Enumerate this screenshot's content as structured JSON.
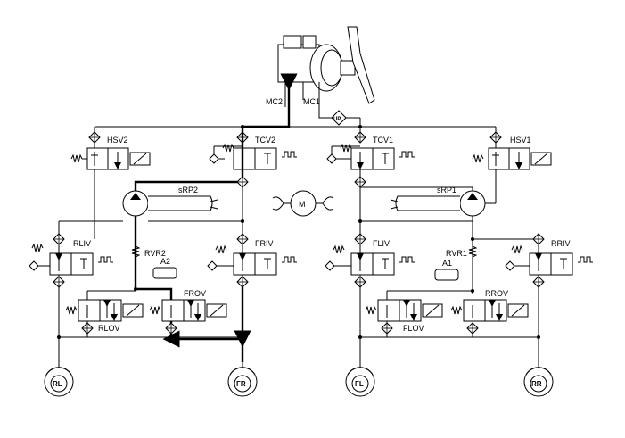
{
  "labels": {
    "mc1": "MC1",
    "mc2": "MC2",
    "up": "UP",
    "motor": "M",
    "hsv1": "HSV1",
    "hsv2": "HSV2",
    "tcv1": "TCV1",
    "tcv2": "TCV2",
    "srp1": "sRP1",
    "srp2": "sRP2",
    "rliv": "RLIV",
    "friv": "FRIV",
    "fliv": "FLIV",
    "rriv": "RRIV",
    "rvr1": "RVR1",
    "rvr2": "RVR2",
    "a1": "A1",
    "a2": "A2",
    "rlov": "RLOV",
    "frov": "FROV",
    "flov": "FLOV",
    "rrov": "RROV"
  },
  "wheels": {
    "rl": "RL",
    "fr": "FR",
    "fl": "FL",
    "rr": "RR"
  }
}
